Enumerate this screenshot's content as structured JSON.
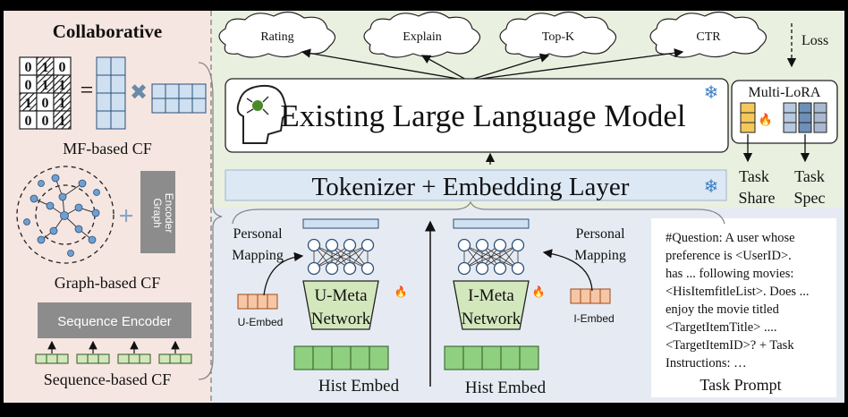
{
  "collab": {
    "title": "Collaborative",
    "mf_matrix": [
      [
        "0",
        "1",
        "0"
      ],
      [
        "0",
        "1",
        "1"
      ],
      [
        "1",
        "0",
        "1"
      ],
      [
        "0",
        "0",
        "1"
      ]
    ],
    "mf_label": "MF-based CF",
    "graph_encoder": "Graph Encoder",
    "graph_label": "Graph-based CF",
    "seq_encoder": "Sequence Encoder",
    "seq_label": "Sequence-based CF"
  },
  "tasks": [
    "Rating",
    "Explain",
    "Top-K",
    "CTR"
  ],
  "loss": "Loss",
  "llm": "Existing Large Language Model",
  "tokenizer": "Tokenizer + Embedding Layer",
  "multilora": {
    "title": "Multi-LoRA",
    "task_share": [
      "Task",
      "Share"
    ],
    "task_spec": [
      "Task",
      "Spec"
    ]
  },
  "user_side": {
    "mapping": [
      "Personal",
      "Mapping"
    ],
    "meta": [
      "U-Meta",
      "Network"
    ],
    "embed": "U-Embed",
    "hist": "Hist Embed"
  },
  "item_side": {
    "mapping": [
      "Personal",
      "Mapping"
    ],
    "meta": [
      "I-Meta",
      "Network"
    ],
    "embed": "I-Embed",
    "hist": "Hist Embed"
  },
  "prompt": {
    "lines": [
      "#Question: A user whose",
      "preference is  <UserID>.",
      "has ... following movies:",
      "<HisItemfitleList>. Does ...",
      "enjoy the movie titled",
      "<TargetItemTitle> ....",
      "<TargetItemID>?  + Task",
      "Instructions: …"
    ],
    "label": "Task Prompt"
  },
  "colors": {
    "left_bg": "#f6e6e1",
    "right_bg": "#eaf0e0",
    "lower_bg": "#e6ebf3",
    "tokenizer_fill": "#dde8f5",
    "meta_fill": "#d3e7bd",
    "green_cell": "#8fcf80",
    "blue_cell": "#cfe0f0",
    "orange_cell": "#f6c7a6",
    "gray_box": "#8c8c8c"
  }
}
